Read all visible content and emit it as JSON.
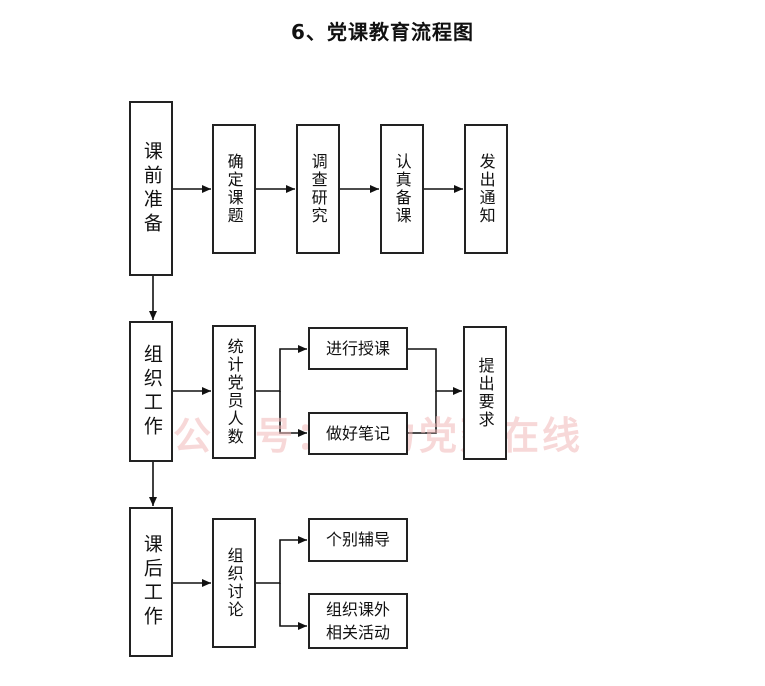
{
  "title": "6、党课教育流程图",
  "watermark": "公众号：电力党建在线",
  "stages": [
    {
      "label": "课前准备"
    },
    {
      "label": "组织工作"
    },
    {
      "label": "课后工作"
    }
  ],
  "prep_steps": [
    "确定课题",
    "调查研究",
    "认真备课",
    "发出通知"
  ],
  "organize": {
    "count": "统计党员人数",
    "teach": "进行授课",
    "notes": "做好笔记",
    "require": "提出要求"
  },
  "after": {
    "discuss": "组织讨论",
    "coach": "个别辅导",
    "activity": "组织课外相关活动"
  }
}
